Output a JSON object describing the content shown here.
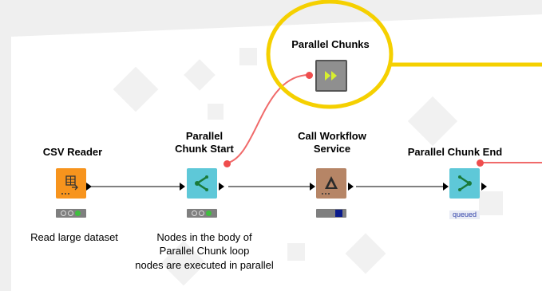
{
  "nodes": {
    "csv_reader": {
      "title": "CSV Reader",
      "description": "Read large dataset"
    },
    "chunk_start": {
      "title_line1": "Parallel",
      "title_line2": "Chunk Start",
      "description_line1": "Nodes in the body of",
      "description_line2": "Parallel Chunk loop",
      "description_line3": "nodes are executed in parallel"
    },
    "call_service": {
      "title_line1": "Call Workflow",
      "title_line2": "Service"
    },
    "chunk_end": {
      "title": "Parallel Chunk End",
      "status": "queued"
    },
    "parallel_chunks": {
      "title": "Parallel Chunks"
    }
  },
  "colors": {
    "source_node": "#f7941d",
    "loop_node": "#5ec8d8",
    "service_node": "#b68566",
    "meta_node": "#8f8f8f",
    "highlight_circle": "#f5d000",
    "flow_line": "#f06a6a",
    "status_green": "#3fbf3f",
    "status_blue": "#0a1b8c"
  }
}
